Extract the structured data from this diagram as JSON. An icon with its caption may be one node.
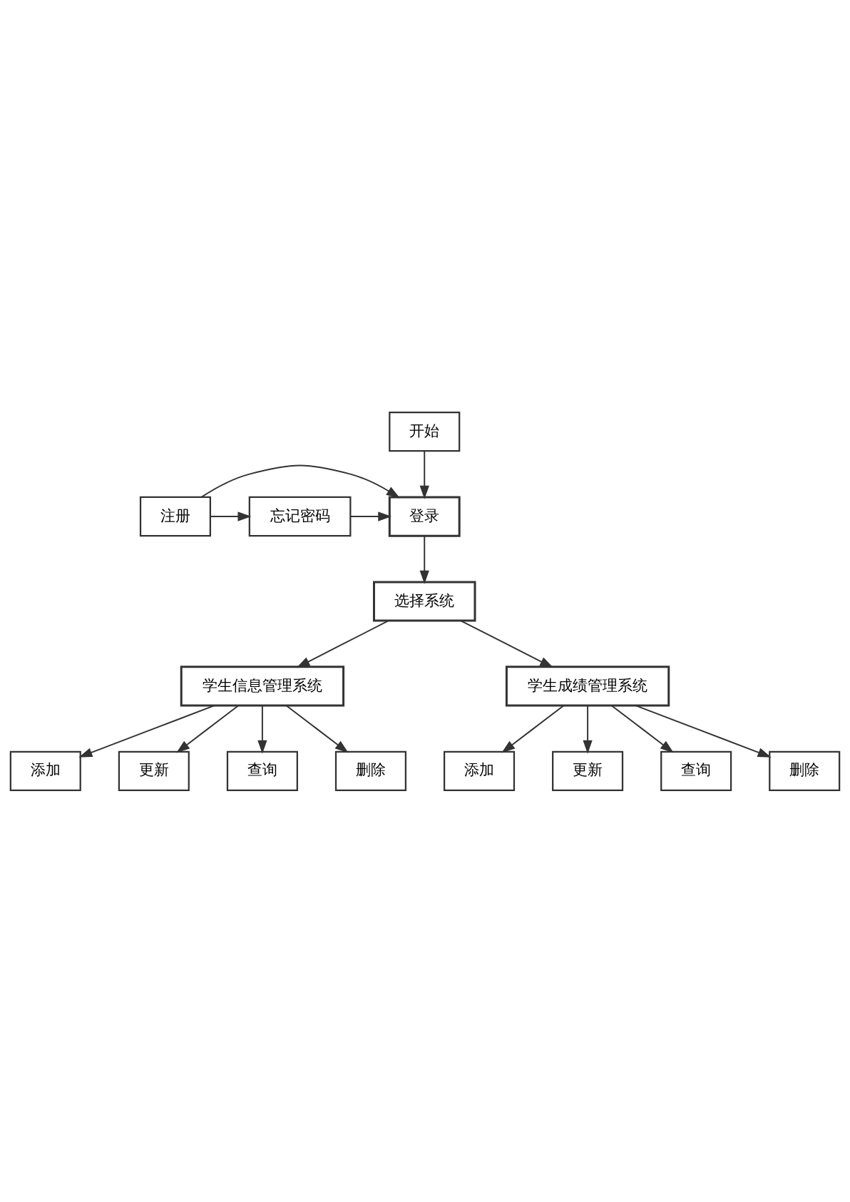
{
  "diagram": {
    "nodes": [
      {
        "text": [
          "开始"
        ]
      },
      {
        "text": [
          "登录"
        ]
      },
      {
        "text": [
          "注册"
        ]
      },
      {
        "text": [
          "忘记密码"
        ]
      },
      {
        "text": [
          "选择系统"
        ]
      },
      {
        "text": [
          "学生信息管理系统"
        ]
      },
      {
        "text": [
          "添加"
        ]
      },
      {
        "text": [
          "更新"
        ]
      },
      {
        "text": [
          "查询"
        ]
      },
      {
        "text": [
          "删除"
        ]
      },
      {
        "text": [
          "学生成绩管理系统"
        ]
      },
      {
        "text": [
          "添加"
        ]
      },
      {
        "text": [
          "更新"
        ]
      },
      {
        "text": [
          "查询"
        ]
      },
      {
        "text": [
          "删除"
        ]
      }
    ],
    "edges": [
      {
        "from": 0,
        "to": 1,
        "arrow": "to"
      },
      {
        "from": 2,
        "to": 1,
        "arrow": "to"
      },
      {
        "from": 2,
        "to": 3,
        "arrow": "to"
      },
      {
        "from": 3,
        "to": 1,
        "arrow": "to"
      },
      {
        "from": 1,
        "to": 4,
        "arrow": "to"
      },
      {
        "from": 4,
        "to": 5,
        "arrow": "to"
      },
      {
        "from": 4,
        "to": 10,
        "arrow": "to"
      },
      {
        "from": 5,
        "to": 6,
        "arrow": "to"
      },
      {
        "from": 5,
        "to": 7,
        "arrow": "to"
      },
      {
        "from": 5,
        "to": 8,
        "arrow": "to"
      },
      {
        "from": 5,
        "to": 9,
        "arrow": "to"
      },
      {
        "from": 10,
        "to": 11,
        "arrow": "to"
      },
      {
        "from": 10,
        "to": 12,
        "arrow": "to"
      },
      {
        "from": 10,
        "to": 13,
        "arrow": "to"
      },
      {
        "from": 10,
        "to": 14,
        "arrow": "to"
      }
    ]
  }
}
